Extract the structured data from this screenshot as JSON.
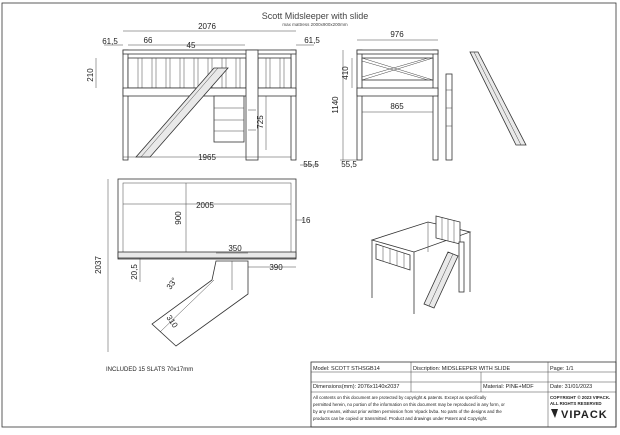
{
  "drawing": {
    "title": "Scott Midsleeper with slide",
    "subtitle": "max mattress 2000x900x200mm"
  },
  "front_view": {
    "dims": {
      "overall_width": "2076",
      "left_offset": "61,5",
      "slat_pitch": "66",
      "slat_gap": "45",
      "right_offset": "61,5",
      "rail_height": "210",
      "ladder_height": "725",
      "base_length": "1965",
      "foot_offset": "55,5"
    }
  },
  "side_view": {
    "dims": {
      "overall_depth": "976",
      "rail_height": "410",
      "overall_height": "1140",
      "inner_depth": "865",
      "foot_offset": "55,5"
    }
  },
  "plan_view": {
    "dims": {
      "overall_length": "2037",
      "inner_length": "2005",
      "inner_width": "900",
      "rail": "16",
      "slide_top": "350",
      "slide_offset": "390",
      "slide_end": "20,5",
      "slide_angle": "33°",
      "slide_width": "310"
    }
  },
  "notes": {
    "slats": "INCLUDED 15 SLATS  70x17mm"
  },
  "title_block": {
    "model": "Model: SCOTT STHSGB14",
    "description": "Discription: MIDSLEEPER WITH SLIDE",
    "page": "Page: 1/1",
    "dimensions": "Dimensions(mm): 2076x1140x2037",
    "material": "Material: PINE+MDF",
    "date": "Date: 31/01/2023",
    "legal_lines": [
      "All contents on this document are protected by copyright & patents. Except as specifically",
      "permitted herein, no portion of the information on this document may be reproduced in any form, or",
      "by any means, without prior written permission from Vipack bvba. No parts of the designs and the",
      "products can be copied or transmitted. Product and drawings under Patent and Copyright."
    ],
    "copyright": "COPYRIGHT © 2023 VIPACK.",
    "rights": "ALL RIGHTS RESERVED",
    "brand": "VIPACK"
  }
}
